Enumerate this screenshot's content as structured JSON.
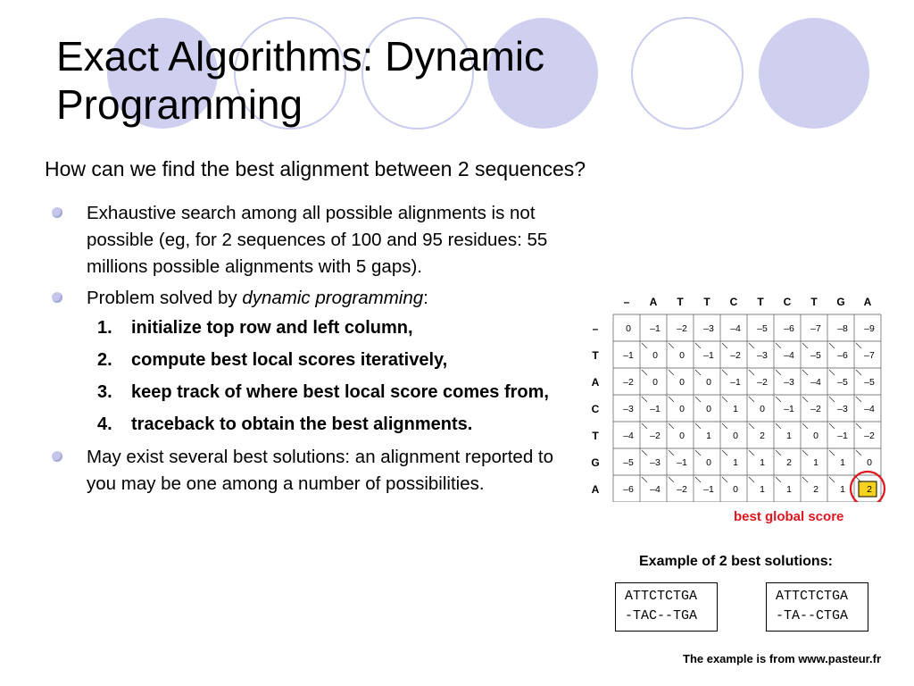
{
  "title": "Exact Algorithms: Dynamic Programming",
  "subtitle": "How can we find the best alignment between 2 sequences?",
  "bullets": {
    "b1": "Exhaustive search among all possible alignments is not possible (eg, for 2 sequences of 100 and 95 residues: 55 millions possible alignments with 5 gaps).",
    "b2_prefix": "Problem solved by ",
    "b2_em": "dynamic programming",
    "b2_suffix": ":",
    "steps": [
      {
        "num": "1.",
        "text": "initialize top row and left column,"
      },
      {
        "num": "2.",
        "text": "compute best local scores iteratively,"
      },
      {
        "num": "3.",
        "text": "keep track of where best local score comes from,"
      },
      {
        "num": "4.",
        "text": "traceback to obtain the best alignments."
      }
    ],
    "b3": "May exist several best solutions: an alignment reported to you may be one among a number of possibilities."
  },
  "matrix": {
    "col_headers": [
      "–",
      "A",
      "T",
      "T",
      "C",
      "T",
      "C",
      "T",
      "G",
      "A"
    ],
    "row_headers": [
      "–",
      "T",
      "A",
      "C",
      "T",
      "G",
      "A"
    ],
    "cells": [
      [
        "0",
        "–1",
        "–2",
        "–3",
        "–4",
        "–5",
        "–6",
        "–7",
        "–8",
        "–9"
      ],
      [
        "–1",
        "0",
        "0",
        "–1",
        "–2",
        "–3",
        "–4",
        "–5",
        "–6",
        "–7"
      ],
      [
        "–2",
        "0",
        "0",
        "0",
        "–1",
        "–2",
        "–3",
        "–4",
        "–5",
        "–5"
      ],
      [
        "–3",
        "–1",
        "0",
        "0",
        "1",
        "0",
        "–1",
        "–2",
        "–3",
        "–4"
      ],
      [
        "–4",
        "–2",
        "0",
        "1",
        "0",
        "2",
        "1",
        "0",
        "–1",
        "–2"
      ],
      [
        "–5",
        "–3",
        "–1",
        "0",
        "1",
        "1",
        "2",
        "1",
        "1",
        "0"
      ],
      [
        "–6",
        "–4",
        "–2",
        "–1",
        "0",
        "1",
        "1",
        "2",
        "1",
        "2"
      ]
    ],
    "highlight_color": "#f5d21e",
    "circle_color": "#e0161e"
  },
  "best_score_label": "best global score",
  "example_label": "Example of 2 best solutions:",
  "solutions": [
    {
      "line1": "ATTCTCTGA",
      "line2": "-TAC--TGA"
    },
    {
      "line1": "ATTCTCTGA",
      "line2": "-TA--CTGA"
    }
  ],
  "source": "The example is from www.pasteur.fr",
  "colors": {
    "decor_fill": "#cfd0f0",
    "decor_stroke": "#c9cbef"
  }
}
